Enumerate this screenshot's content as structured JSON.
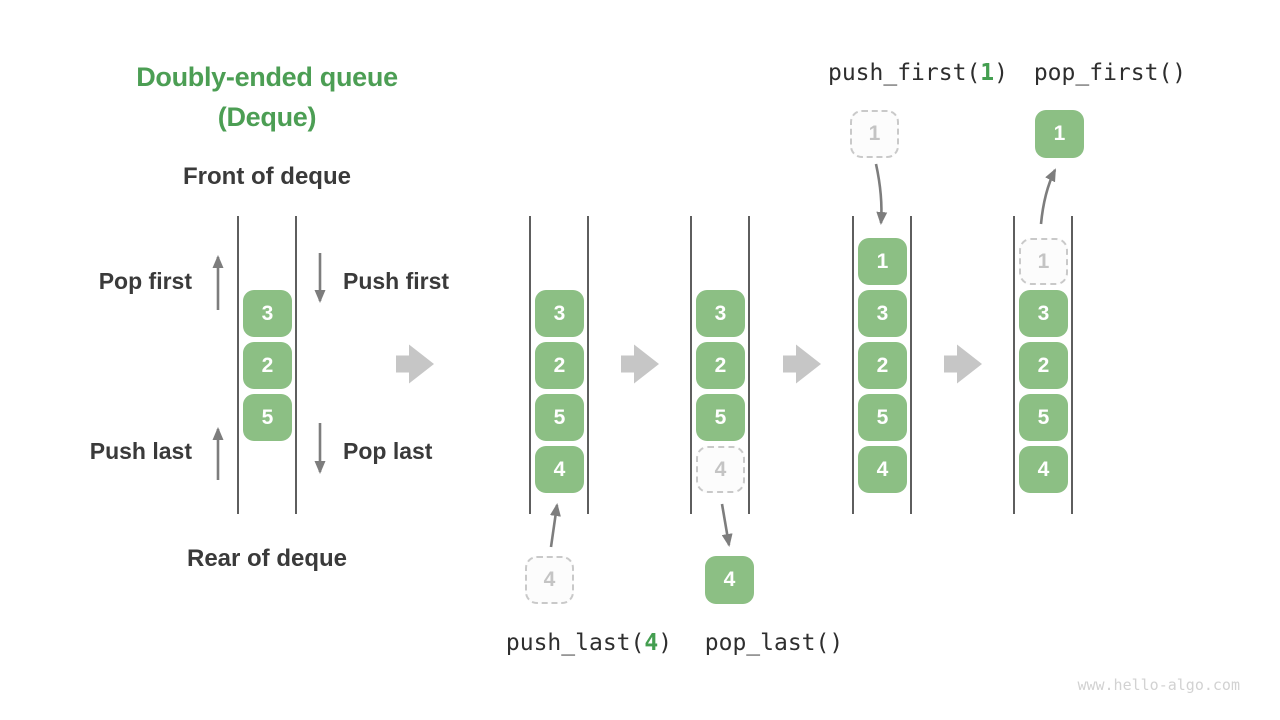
{
  "header": {
    "title_line1": "Doubly-ended queue",
    "title_line2": "(Deque)"
  },
  "intro": {
    "front_label": "Front of deque",
    "rear_label": "Rear of deque",
    "pop_first_label": "Pop first",
    "push_first_label": "Push first",
    "push_last_label": "Push last",
    "pop_last_label": "Pop last",
    "cells": [
      {
        "v": "3"
      },
      {
        "v": "2"
      },
      {
        "v": "5"
      }
    ]
  },
  "operations": {
    "push_last": {
      "prefix": "push_last(",
      "arg": "4",
      "suffix": ")"
    },
    "pop_last": {
      "label": "pop_last()"
    },
    "push_first": {
      "prefix": "push_first(",
      "arg": "1",
      "suffix": ")"
    },
    "pop_first": {
      "label": "pop_first()"
    }
  },
  "states": [
    {
      "cells": [
        {
          "v": "3",
          "ghost": false
        },
        {
          "v": "2",
          "ghost": false
        },
        {
          "v": "5",
          "ghost": false
        },
        {
          "v": "4",
          "ghost": false
        }
      ],
      "float": {
        "v": "4",
        "ghost": true,
        "pos": "below"
      }
    },
    {
      "cells": [
        {
          "v": "3",
          "ghost": false
        },
        {
          "v": "2",
          "ghost": false
        },
        {
          "v": "5",
          "ghost": false
        },
        {
          "v": "4",
          "ghost": true
        }
      ],
      "float": {
        "v": "4",
        "ghost": false,
        "pos": "below"
      }
    },
    {
      "cells": [
        {
          "v": "1",
          "ghost": false
        },
        {
          "v": "3",
          "ghost": false
        },
        {
          "v": "2",
          "ghost": false
        },
        {
          "v": "5",
          "ghost": false
        },
        {
          "v": "4",
          "ghost": false
        }
      ],
      "float": {
        "v": "1",
        "ghost": true,
        "pos": "above"
      }
    },
    {
      "cells": [
        {
          "v": "1",
          "ghost": true
        },
        {
          "v": "3",
          "ghost": false
        },
        {
          "v": "2",
          "ghost": false
        },
        {
          "v": "5",
          "ghost": false
        },
        {
          "v": "4",
          "ghost": false
        }
      ],
      "float": {
        "v": "1",
        "ghost": false,
        "pos": "above"
      }
    }
  ],
  "watermark": "www.hello-algo.com",
  "colors": {
    "accent_green": "#4C9E54",
    "cell_green": "#8CBF84",
    "cell_text": "#FFFFFF",
    "ghost_border": "#C9C9C9",
    "ghost_text": "#C4C4C4",
    "label_dark": "#3A3A3A",
    "code_dark": "#2E2E2E",
    "code_arg_green": "#449E50",
    "thin_arrow_gray": "#7D7D7D",
    "block_arrow_gray": "#C6C6C6",
    "container_line": "#5E5E5E",
    "watermark_gray": "#D2D2D2"
  }
}
